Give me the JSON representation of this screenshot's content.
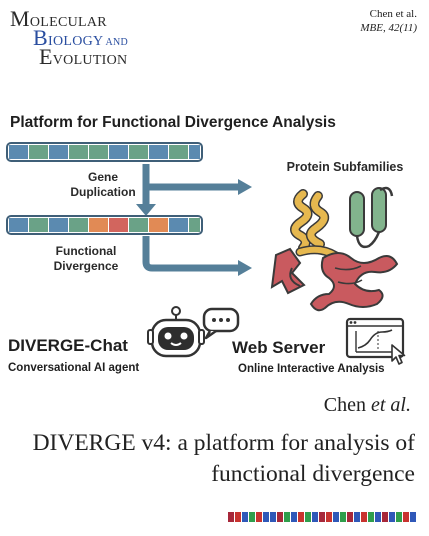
{
  "journal": {
    "line1_initial": "M",
    "line1_rest": "OLECULAR",
    "line2_initial": "B",
    "line2_rest": "IOLOGY",
    "line2_and": "AND",
    "line3_initial": "E",
    "line3_rest": "VOLUTION"
  },
  "citation": {
    "author": "Chen et al.",
    "journal_issue": "MBE, 42(11)"
  },
  "graphical_abstract": {
    "title": "Platform for Functional Divergence Analysis",
    "gene_duplication_label": "Gene\nDuplication",
    "functional_divergence_label": "Functional\nDivergence",
    "protein_subfamilies_label": "Protein Subfamilies",
    "chat_title": "DIVERGE-Chat",
    "chat_subtitle": "Conversational AI agent",
    "server_title": "Web Server",
    "server_subtitle": "Online Interactive Analysis",
    "colors": {
      "seq_blue": "#5b8ab0",
      "seq_green": "#6aa287",
      "seq_orange": "#e18a55",
      "seq_red": "#d2655e",
      "arrow": "#557f99",
      "protein_yellow": "#e6b84f",
      "protein_green": "#82b48d",
      "protein_red": "#c95a5f"
    }
  },
  "article": {
    "authors_prefix": "Chen ",
    "authors_etal": "et al.",
    "title": "DIVERGE v4: a platform for analysis of functional divergence"
  }
}
